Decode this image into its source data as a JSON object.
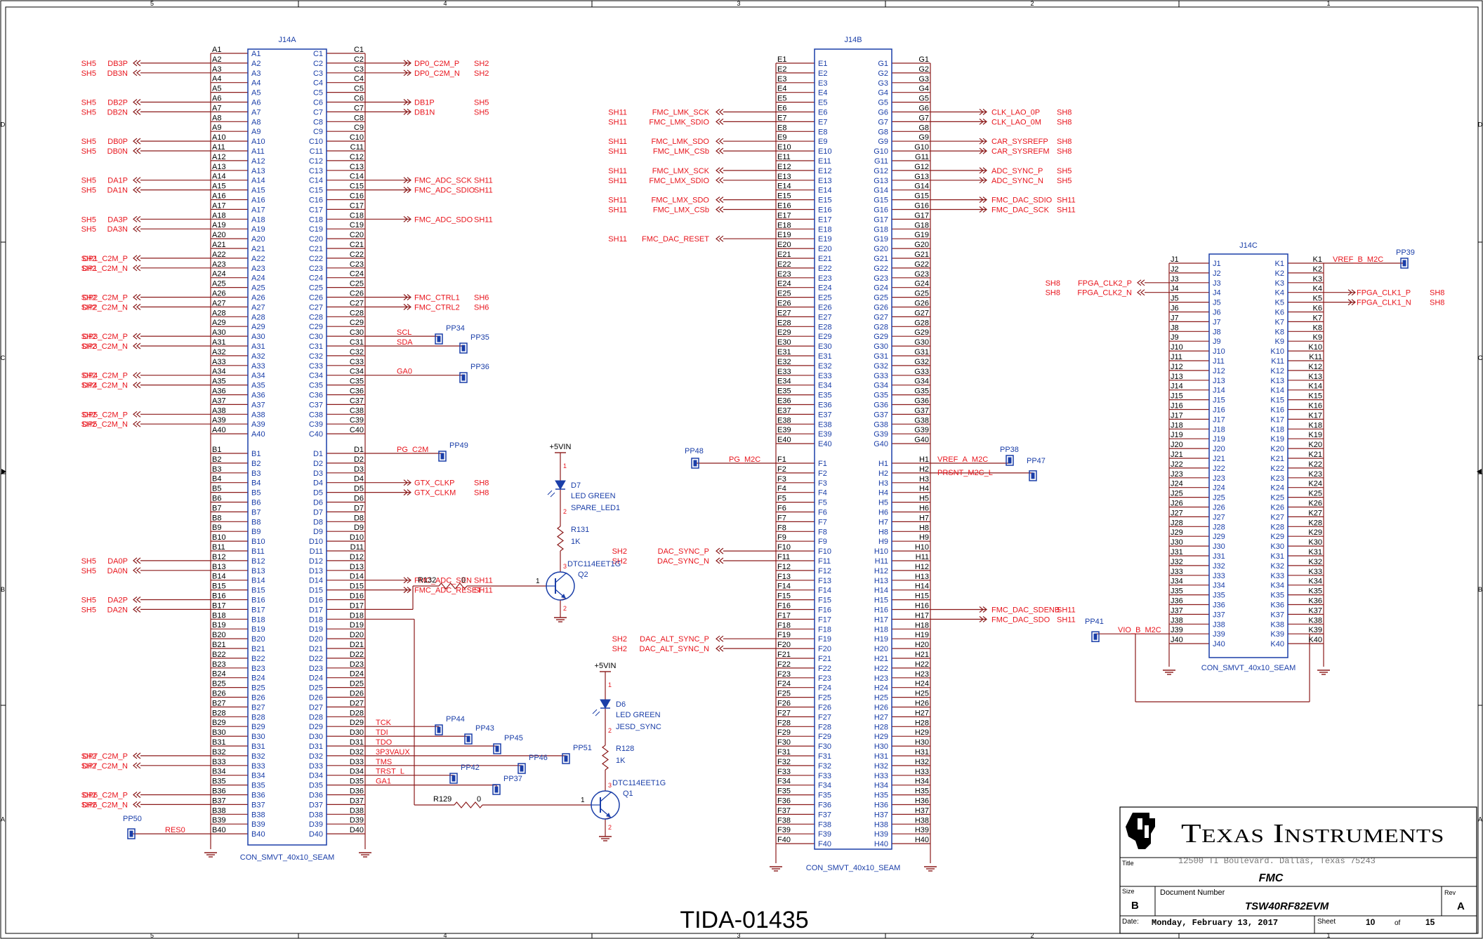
{
  "border": {
    "columns": [
      "5",
      "4",
      "3",
      "2",
      "1"
    ],
    "rows": [
      "D",
      "C",
      "B",
      "A"
    ]
  },
  "connectors": [
    {
      "ref": "J14A",
      "value": "CON_SMVT_40x10_SEAM",
      "left_col": "A",
      "right_col": "C",
      "left_col2": "B",
      "right_col2": "D"
    },
    {
      "ref": "J14B",
      "value": "CON_SMVT_40x10_SEAM",
      "left_col": "E",
      "right_col": "G",
      "left_col2": "F",
      "right_col2": "H"
    },
    {
      "ref": "J14C",
      "value": "CON_SMVT_40x10_SEAM",
      "left_col": "J",
      "right_col": "K"
    }
  ],
  "nets_j14a_left": [
    {
      "pin": "A2",
      "sheet": "SH5",
      "name": "DB3P"
    },
    {
      "pin": "A3",
      "sheet": "SH5",
      "name": "DB3N"
    },
    {
      "pin": "A6",
      "sheet": "SH5",
      "name": "DB2P"
    },
    {
      "pin": "A7",
      "sheet": "SH5",
      "name": "DB2N"
    },
    {
      "pin": "A10",
      "sheet": "SH5",
      "name": "DB0P"
    },
    {
      "pin": "A11",
      "sheet": "SH5",
      "name": "DB0N"
    },
    {
      "pin": "A14",
      "sheet": "SH5",
      "name": "DA1P"
    },
    {
      "pin": "A15",
      "sheet": "SH5",
      "name": "DA1N"
    },
    {
      "pin": "A18",
      "sheet": "SH5",
      "name": "DA3P"
    },
    {
      "pin": "A19",
      "sheet": "SH5",
      "name": "DA3N"
    },
    {
      "pin": "A22",
      "sheet": "SH2",
      "name": "DP1_C2M_P"
    },
    {
      "pin": "A23",
      "sheet": "SH2",
      "name": "DP1_C2M_N"
    },
    {
      "pin": "A26",
      "sheet": "SH2",
      "name": "DP2_C2M_P"
    },
    {
      "pin": "A27",
      "sheet": "SH2",
      "name": "DP2_C2M_N"
    },
    {
      "pin": "A30",
      "sheet": "SH2",
      "name": "DP3_C2M_P"
    },
    {
      "pin": "A31",
      "sheet": "SH2",
      "name": "DP3_C2M_N"
    },
    {
      "pin": "A34",
      "sheet": "SH2",
      "name": "DP4_C2M_P"
    },
    {
      "pin": "A35",
      "sheet": "SH2",
      "name": "DP4_C2M_N"
    },
    {
      "pin": "A38",
      "sheet": "SH2",
      "name": "DP5_C2M_P"
    },
    {
      "pin": "A39",
      "sheet": "SH2",
      "name": "DP5_C2M_N"
    },
    {
      "pin": "B12",
      "sheet": "SH5",
      "name": "DA0P"
    },
    {
      "pin": "B13",
      "sheet": "SH5",
      "name": "DA0N"
    },
    {
      "pin": "B16",
      "sheet": "SH5",
      "name": "DA2P"
    },
    {
      "pin": "B17",
      "sheet": "SH5",
      "name": "DA2N"
    },
    {
      "pin": "B32",
      "sheet": "SH2",
      "name": "DP7_C2M_P"
    },
    {
      "pin": "B33",
      "sheet": "SH2",
      "name": "DP7_C2M_N"
    },
    {
      "pin": "B36",
      "sheet": "SH2",
      "name": "DP6_C2M_P"
    },
    {
      "pin": "B37",
      "sheet": "SH2",
      "name": "DP6_C2M_N"
    }
  ],
  "nets_j14a_right": [
    {
      "pin": "C2",
      "sheet": "SH2",
      "name": "DP0_C2M_P"
    },
    {
      "pin": "C3",
      "sheet": "SH2",
      "name": "DP0_C2M_N"
    },
    {
      "pin": "C6",
      "sheet": "SH5",
      "name": "DB1P"
    },
    {
      "pin": "C7",
      "sheet": "SH5",
      "name": "DB1N"
    },
    {
      "pin": "C14",
      "sheet": "SH11",
      "name": "FMC_ADC_SCK"
    },
    {
      "pin": "C15",
      "sheet": "SH11",
      "name": "FMC_ADC_SDIO"
    },
    {
      "pin": "C18",
      "sheet": "SH11",
      "name": "FMC_ADC_SDO"
    },
    {
      "pin": "C26",
      "sheet": "SH6",
      "name": "FMC_CTRL1"
    },
    {
      "pin": "C27",
      "sheet": "SH6",
      "name": "FMC_CTRL2"
    },
    {
      "pin": "D4",
      "sheet": "SH8",
      "name": "GTX_CLKP"
    },
    {
      "pin": "D5",
      "sheet": "SH8",
      "name": "GTX_CLKM"
    },
    {
      "pin": "D14",
      "sheet": "SH11",
      "name": "FMC_ADC_SEN"
    },
    {
      "pin": "D15",
      "sheet": "SH11",
      "name": "FMC_ADC_RESET"
    }
  ],
  "local_nets_j14a": [
    {
      "pin": "C30",
      "name": "SCL",
      "tp": "PP34"
    },
    {
      "pin": "C31",
      "name": "SDA",
      "tp": "PP35"
    },
    {
      "pin": "C34",
      "name": "GA0",
      "tp": "PP36"
    },
    {
      "pin": "D1",
      "name": "PG_C2M",
      "tp": "PP49"
    },
    {
      "pin": "D29",
      "name": "TCK",
      "tp": "PP44"
    },
    {
      "pin": "D30",
      "name": "TDI",
      "tp": "PP43"
    },
    {
      "pin": "D31",
      "name": "TDO",
      "tp": "PP45"
    },
    {
      "pin": "D32",
      "name": "3P3VAUX",
      "tp": "PP51"
    },
    {
      "pin": "D33",
      "name": "TMS",
      "tp": "PP46"
    },
    {
      "pin": "D34",
      "name": "TRST_L",
      "tp": "PP42"
    },
    {
      "pin": "D35",
      "name": "GA1",
      "tp": "PP37"
    },
    {
      "pin": "B40",
      "name": "RES0",
      "tp": "PP50"
    }
  ],
  "nets_j14b_left": [
    {
      "pin": "E6",
      "sheet": "SH11",
      "name": "FMC_LMK_SCK"
    },
    {
      "pin": "E7",
      "sheet": "SH11",
      "name": "FMC_LMK_SDIO"
    },
    {
      "pin": "E9",
      "sheet": "SH11",
      "name": "FMC_LMK_SDO"
    },
    {
      "pin": "E10",
      "sheet": "SH11",
      "name": "FMC_LMK_CSb"
    },
    {
      "pin": "E12",
      "sheet": "SH11",
      "name": "FMC_LMX_SCK"
    },
    {
      "pin": "E13",
      "sheet": "SH11",
      "name": "FMC_LMX_SDIO"
    },
    {
      "pin": "E15",
      "sheet": "SH11",
      "name": "FMC_LMX_SDO"
    },
    {
      "pin": "E16",
      "sheet": "SH11",
      "name": "FMC_LMX_CSb"
    },
    {
      "pin": "E19",
      "sheet": "SH11",
      "name": "FMC_DAC_RESET"
    },
    {
      "pin": "F10",
      "sheet": "SH2",
      "name": "DAC_SYNC_P"
    },
    {
      "pin": "F11",
      "sheet": "SH2",
      "name": "DAC_SYNC_N"
    },
    {
      "pin": "F19",
      "sheet": "SH2",
      "name": "DAC_ALT_SYNC_P"
    },
    {
      "pin": "F20",
      "sheet": "SH2",
      "name": "DAC_ALT_SYNC_N"
    }
  ],
  "nets_j14b_right": [
    {
      "pin": "G6",
      "sheet": "SH8",
      "name": "CLK_LAO_0P"
    },
    {
      "pin": "G7",
      "sheet": "SH8",
      "name": "CLK_LAO_0M"
    },
    {
      "pin": "G9",
      "sheet": "SH8",
      "name": "CAR_SYSREFP"
    },
    {
      "pin": "G10",
      "sheet": "SH8",
      "name": "CAR_SYSREFM"
    },
    {
      "pin": "G12",
      "sheet": "SH5",
      "name": "ADC_SYNC_P"
    },
    {
      "pin": "G13",
      "sheet": "SH5",
      "name": "ADC_SYNC_N"
    },
    {
      "pin": "G15",
      "sheet": "SH11",
      "name": "FMC_DAC_SDIO"
    },
    {
      "pin": "G16",
      "sheet": "SH11",
      "name": "FMC_DAC_SCK"
    },
    {
      "pin": "H16",
      "sheet": "SH11",
      "name": "FMC_DAC_SDENB"
    },
    {
      "pin": "H17",
      "sheet": "SH11",
      "name": "FMC_DAC_SDO"
    }
  ],
  "local_nets_j14b": [
    {
      "pin": "F1",
      "name": "PG_M2C",
      "tp": "PP48"
    },
    {
      "pin": "H1",
      "name": "VREF_A_M2C",
      "tp": "PP38"
    },
    {
      "pin": "H2",
      "name": "PRSNT_M2C_L",
      "tp": "PP47"
    }
  ],
  "nets_j14c": [
    {
      "pin": "J3",
      "sheet": "SH8",
      "name": "FPGA_CLK2_P"
    },
    {
      "pin": "J4",
      "sheet": "SH8",
      "name": "FPGA_CLK2_N"
    },
    {
      "pin": "K4",
      "sheet": "SH8",
      "name": "FPGA_CLK1_P"
    },
    {
      "pin": "K5",
      "sheet": "SH8",
      "name": "FPGA_CLK1_N"
    }
  ],
  "local_nets_j14c": [
    {
      "pin": "K1",
      "name": "VREF_B_M2C",
      "tp": "PP39"
    },
    {
      "pin": "J39",
      "name": "VIO_B_M2C",
      "tp": "PP41"
    }
  ],
  "circuit": {
    "supply": "+5VIN",
    "d7": {
      "ref": "D7",
      "value": "LED GREEN",
      "label": "SPARE_LED1"
    },
    "r131": {
      "ref": "R131",
      "value": "1K"
    },
    "q2": {
      "ref": "Q2",
      "value": "DTC114EET1G"
    },
    "r132": {
      "ref": "R132",
      "value": "0"
    },
    "d6": {
      "ref": "D6",
      "value": "LED GREEN",
      "label": "JESD_SYNC"
    },
    "r128": {
      "ref": "R128",
      "value": "1K"
    },
    "q1": {
      "ref": "Q1",
      "value": "DTC114EET1G"
    },
    "r129": {
      "ref": "R129",
      "value": "0"
    },
    "pins": {
      "one": "1",
      "two": "2",
      "three": "3"
    }
  },
  "title_block": {
    "company": "Texas Instruments",
    "address": "12500 TI Boulevard. Dallas, Texas 75243",
    "title_label": "Title",
    "title": "FMC",
    "size_label": "Size",
    "size": "B",
    "docnum_label": "Document Number",
    "docnum": "TSW40RF82EVM",
    "rev_label": "Rev",
    "rev": "A",
    "date_label": "Date:",
    "date": "Monday, February 13, 2017",
    "sheet_label": "Sheet",
    "sheet": "10",
    "of_label": "of",
    "total": "15"
  },
  "design_id": "TIDA-01435",
  "colors": {
    "component": "#1a3ea8",
    "net": "#e8141c",
    "wire": "#8b1a1a"
  }
}
